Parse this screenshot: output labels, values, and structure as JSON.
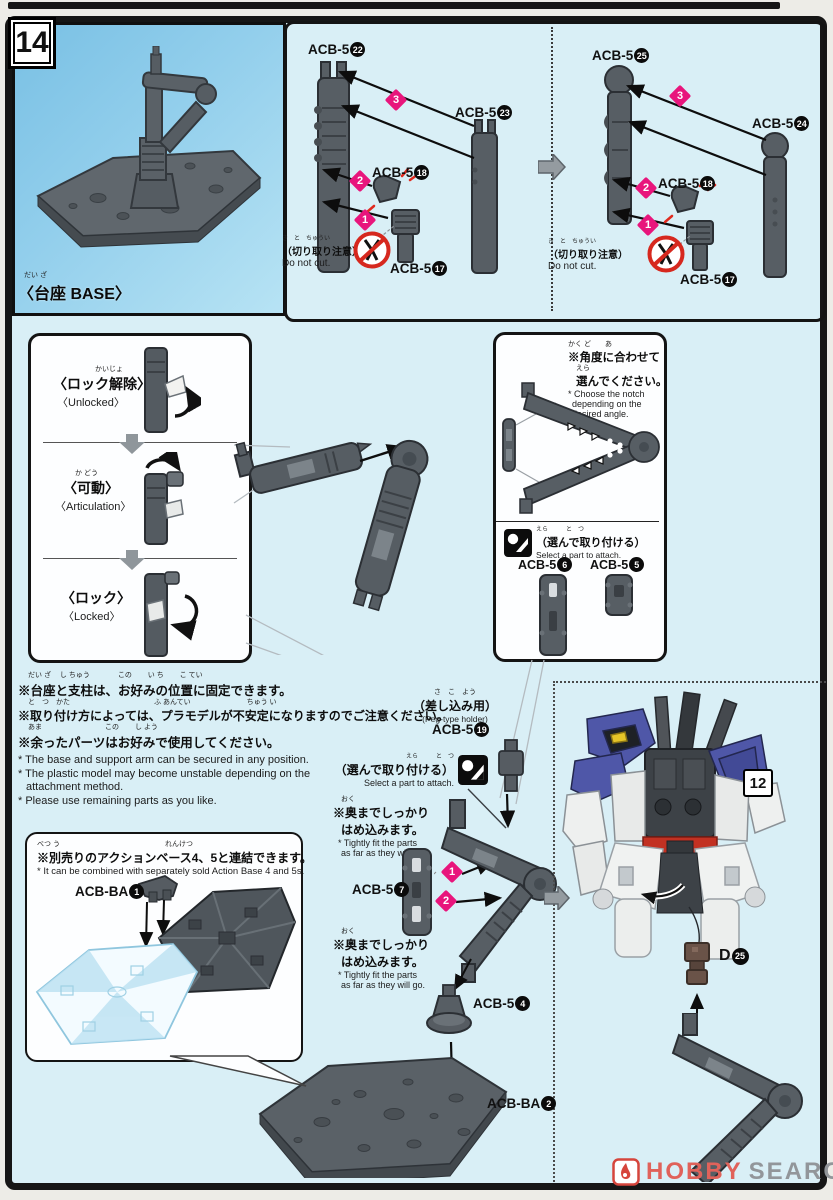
{
  "page": {
    "step_badge": "14"
  },
  "watermark": {
    "word1": "HOBBY",
    "word2": "SEARCH"
  },
  "base_panel": {
    "furigana": "だい ざ",
    "caption": "〈台座 BASE〉"
  },
  "warning": {
    "furigana": "き　と　ちゅうい",
    "jp": "（切り取り注意）",
    "en": "Do not cut."
  },
  "steps": {
    "s1": "1",
    "s2": "2",
    "s3": "3"
  },
  "labels": {
    "a22": {
      "prefix": "ACB-5",
      "num": "22"
    },
    "a23": {
      "prefix": "ACB-5",
      "num": "23"
    },
    "a18": {
      "prefix": "ACB-5",
      "num": "18"
    },
    "a17": {
      "prefix": "ACB-5",
      "num": "17"
    },
    "b25": {
      "prefix": "ACB-5",
      "num": "25"
    },
    "b24": {
      "prefix": "ACB-5",
      "num": "24"
    },
    "n6": {
      "prefix": "ACB-5",
      "num": "6"
    },
    "n5": {
      "prefix": "ACB-5",
      "num": "5"
    },
    "c7": {
      "prefix": "ACB-5",
      "num": "7"
    },
    "c4": {
      "prefix": "ACB-5",
      "num": "4"
    },
    "c19": {
      "prefix": "ACB-5",
      "num": "19"
    },
    "ba1": {
      "prefix": "ACB-BA",
      "num": "1"
    },
    "ba2": {
      "prefix": "ACB-BA",
      "num": "2"
    },
    "d25": {
      "prefix": "D",
      "num": "25"
    }
  },
  "lock_panel": {
    "states": [
      {
        "furigana": "かいじょ",
        "jp": "〈ロック解除〉",
        "en": "〈Unlocked〉"
      },
      {
        "furigana": "か どう",
        "jp": "〈可動〉",
        "en": "〈Articulation〉"
      },
      {
        "furigana": "",
        "jp": "〈ロック〉",
        "en": "〈Locked〉"
      }
    ]
  },
  "notch_panel": {
    "furigana1": "かく ど　　あ",
    "jp1": "※角度に合わせて",
    "furigana2": "えら",
    "jp2": "選んでください。",
    "en1": "* Choose the notch",
    "en2": "depending on the",
    "en3": "desired angle."
  },
  "select_note": {
    "furigana": "えら　　　と　つ",
    "jp": "（選んで取り付ける）",
    "en": "Select a part to attach."
  },
  "peg_note": {
    "furigana": "さ　こ　よう",
    "jp": "（差し込み用）",
    "en": "(Peg-type holder)"
  },
  "fit_note": {
    "furigana": "おく",
    "jp1": "※奥までしっかり",
    "jp2": "はめ込みます。",
    "en1": "* Tightly fit the parts",
    "en2": "as far as they will go."
  },
  "notes": {
    "jp": [
      {
        "furigana": "だい ざ　 し ちゅう　　　　この　　 い ち　　 こ てい",
        "text": "※台座と支柱は、お好みの位置に固定できます。"
      },
      {
        "furigana": "と　つ　かた　　　　　　　　　　　　ふ あんてい　　　　　　　　ちゅう い",
        "text": "※取り付け方によっては、プラモデルが不安定になりますのでご注意ください。"
      },
      {
        "furigana": "あま　　　　　　　　　この　　 し よう",
        "text": "※余ったパーツはお好みで使用してください。"
      }
    ],
    "en": [
      "* The base and support arm can be secured in any position.",
      "* The plastic model may become unstable depending on the",
      "attachment method.",
      "* Please use remaining parts as you like."
    ]
  },
  "combine_panel": {
    "furigana": "べつ う　　　　　　　　　　　　　　　れんけつ",
    "jp": "※別売りのアクションベース4、5と連結できます。",
    "en": "* It can be combined with separately sold Action Base 4 and 5s."
  },
  "model_panel": {
    "ref_step": "12"
  }
}
